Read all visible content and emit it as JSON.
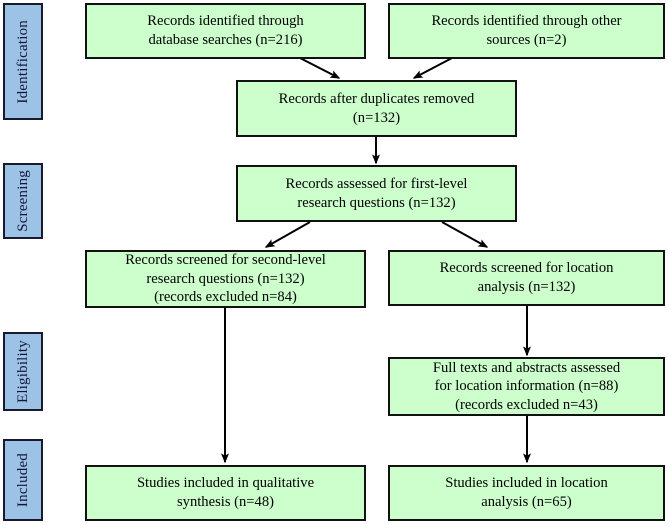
{
  "diagram": {
    "type": "prisma-flow-diagram",
    "colors": {
      "box_fill": "#CCFFCC",
      "box_border": "#111111",
      "stage_fill": "#9CC3E5",
      "stage_border": "#1A1A2E",
      "arrow": "#000000",
      "background": "#FFFFFF"
    },
    "stages": [
      {
        "id": "identification",
        "label": "Identification"
      },
      {
        "id": "screening",
        "label": "Screening"
      },
      {
        "id": "eligibility",
        "label": "Eligibility"
      },
      {
        "id": "included",
        "label": "Included"
      }
    ],
    "boxes": [
      {
        "id": "records-database",
        "text": "Records identified through\ndatabase searches (n=216)",
        "n": 216
      },
      {
        "id": "records-other-sources",
        "text": "Records identified through other\nsources (n=2)",
        "n": 2
      },
      {
        "id": "records-duplicates-removed",
        "text": "Records after duplicates removed\n(n=132)",
        "n": 132
      },
      {
        "id": "records-assessed-first-level",
        "text": "Records assessed for first-level\nresearch questions (n=132)",
        "n": 132
      },
      {
        "id": "records-screened-second-level",
        "text": "Records screened for second-level\nresearch questions (n=132)\n(records excluded n=84)",
        "n": 132,
        "excluded": 84
      },
      {
        "id": "records-screened-location",
        "text": "Records screened for location\nanalysis (n=132)",
        "n": 132
      },
      {
        "id": "full-texts-assessed-location",
        "text": "Full texts and abstracts assessed\nfor location information  (n=88)\n(records excluded n=43)",
        "n": 88,
        "excluded": 43
      },
      {
        "id": "studies-qualitative-synthesis",
        "text": "Studies included in qualitative\nsynthesis (n=48)",
        "n": 48
      },
      {
        "id": "studies-location-analysis",
        "text": "Studies included in location\nanalysis (n=65)",
        "n": 65
      }
    ]
  }
}
